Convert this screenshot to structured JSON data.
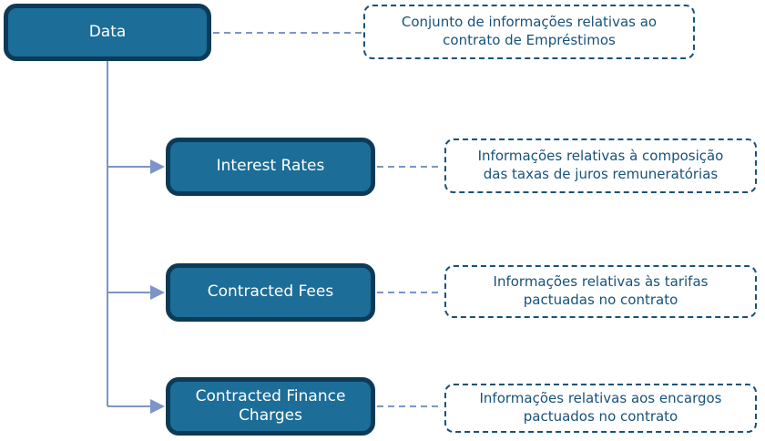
{
  "colors": {
    "node_fill": "#1c6d98",
    "node_border": "#0d3a57",
    "node_text": "#ffffff",
    "note_color": "#17527a",
    "connector": "#7b95c8",
    "background": "#ffffff"
  },
  "root": {
    "label": "Data",
    "note": "Conjunto de informações relativas ao\ncontrato de Empréstimos"
  },
  "children": [
    {
      "label": "Interest Rates",
      "note": "Informações relativas à composição\ndas taxas de juros remuneratórias"
    },
    {
      "label": "Contracted Fees",
      "note": "Informações relativas às tarifas\npactuadas no contrato"
    },
    {
      "label": "Contracted Finance Charges",
      "note": "Informações relativas aos encargos\npactuados no contrato"
    }
  ]
}
